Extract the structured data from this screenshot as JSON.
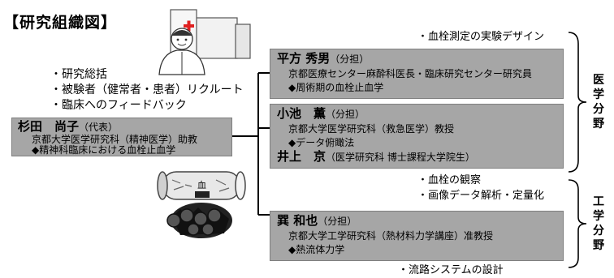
{
  "title": "【研究組織図】",
  "pi_bullets": [
    "・研究総括",
    "・被験者（健常者・患者）リクルート",
    "・臨床へのフィードバック"
  ],
  "pi": {
    "name": "杉田　尚子",
    "role": "（代表）",
    "affiliation": "京都大学医学研究科（精神医学）助教",
    "theme": "◆精神科臨床における血栓止血学"
  },
  "top_note": "・血栓測定の実験デザイン",
  "box1": {
    "name": "平方 秀男",
    "role": "（分担）",
    "affiliation": "京都医療センター麻酔科医長・臨床研究センター研究員",
    "theme": "◆周術期の血栓止血学"
  },
  "box2": {
    "name": "小池　薫",
    "role": "（分担）",
    "affiliation": "京都大学医学研究科（救急医学）教授",
    "theme": "◆データ俯瞰法",
    "name2": "井上　京",
    "affiliation2": "（医学研究科 博士課程大学院生）"
  },
  "mid_notes": [
    "・血栓の観察",
    "・画像データ解析・定量化"
  ],
  "box3": {
    "name": "巽 和也",
    "role": "（分担）",
    "affiliation": "京都大学工学研究科（熱材料力学講座）准教授",
    "theme": "◆熱流体力学"
  },
  "bottom_note": "・流路システムの設計",
  "field_medicine": "医学分野",
  "field_engineering": "工学分野",
  "tube_label": "血",
  "colors": {
    "box_fill": "#a6a6a6",
    "cross": "#e02020"
  },
  "icons": [
    "doctor-hospital-illustration",
    "blood-tube-illustration"
  ]
}
